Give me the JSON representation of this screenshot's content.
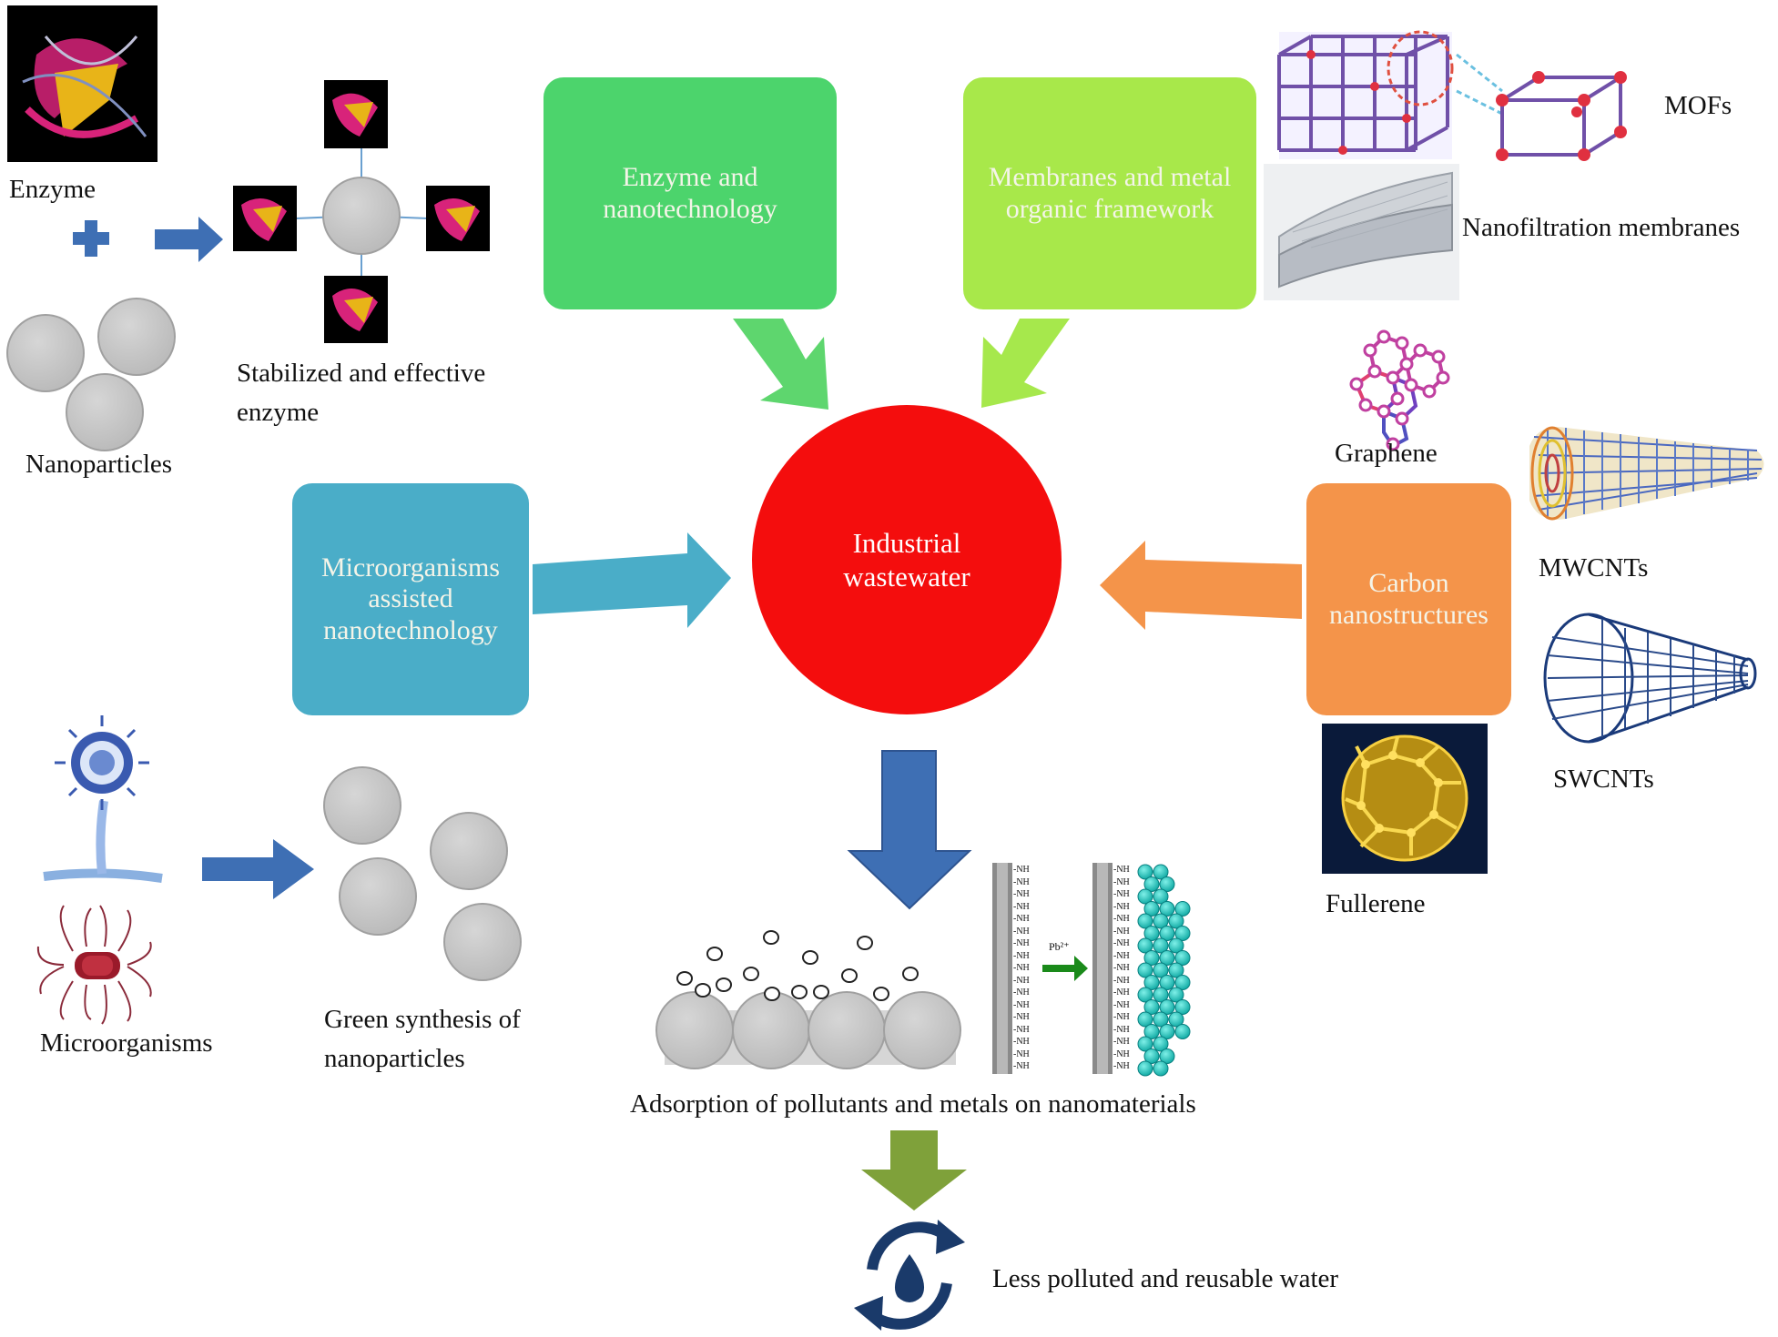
{
  "hub": {
    "line1": "Industrial",
    "line2": "wastewater",
    "color": "#f40d0d"
  },
  "boxes": {
    "enzyme_nano": {
      "line1": "Enzyme and",
      "line2": "nanotechnology",
      "color": "#4cd46c"
    },
    "membranes": {
      "line1": "Membranes and metal",
      "line2": "organic framework",
      "color": "#a8e84a"
    },
    "microorganisms": {
      "line1": "Microorganisms",
      "line2": "assisted",
      "line3": "nanotechnology",
      "color": "#4aadc8"
    },
    "carbon": {
      "line1": "Carbon",
      "line2": "nanostructures",
      "color": "#f4944a"
    }
  },
  "labels": {
    "enzyme": "Enzyme",
    "nanoparticles": "Nanoparticles",
    "stabilized_1": "Stabilized and effective",
    "stabilized_2": "enzyme",
    "mofs": "MOFs",
    "nanofiltration": "Nanofiltration membranes",
    "graphene": "Graphene",
    "mwcnts": "MWCNTs",
    "swcnts": "SWCNTs",
    "fullerene": "Fullerene",
    "microorganisms": "Microorganisms",
    "green_1": "Green synthesis of",
    "green_2": "nanoparticles",
    "adsorption": "Adsorption of pollutants and metals on nanomaterials",
    "reusable": "Less polluted and reusable water",
    "nh": "-NH",
    "pb": "Pb²⁺"
  },
  "colors": {
    "blue_arrow": "#3e6fb4",
    "green_arrow": "#5ed66e",
    "lime_arrow": "#a6e84c",
    "teal_arrow": "#4aadc8",
    "orange_arrow": "#f4944a",
    "olive_arrow": "#7fa13a",
    "nanoparticle": "#c8c8c8",
    "enzyme_pink": "#d8237a",
    "enzyme_gold": "#e8b418"
  }
}
